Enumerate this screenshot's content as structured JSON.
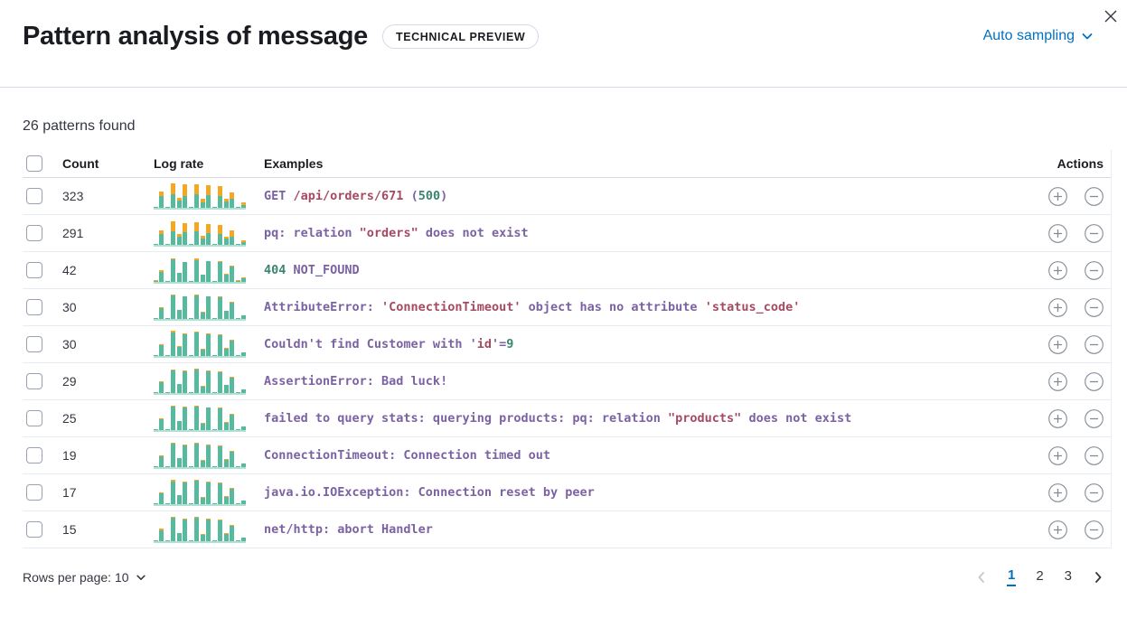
{
  "header": {
    "title": "Pattern analysis of message",
    "badge": "TECHNICAL PREVIEW",
    "sampling_label": "Auto sampling"
  },
  "summary": "26 patterns found",
  "colors": {
    "accent_blue": "#0071c2",
    "token_purple": "#7b62a3",
    "token_red": "#a64a63",
    "token_green": "#3a8570",
    "bar_teal": "#57ba9e",
    "bar_orange": "#f5a623",
    "icon_gray": "#69707d"
  },
  "table": {
    "columns": {
      "count": "Count",
      "log_rate": "Log rate",
      "examples": "Examples",
      "actions": "Actions"
    },
    "rows": [
      {
        "count": "323",
        "example": [
          [
            "GET ",
            "p"
          ],
          [
            "/api/orders/671",
            "r"
          ],
          [
            " (",
            "p"
          ],
          [
            "500",
            "g"
          ],
          [
            ")",
            "p"
          ]
        ],
        "bars": [
          [
            3,
            0
          ],
          [
            45,
            18
          ],
          [
            3,
            0
          ],
          [
            52,
            46
          ],
          [
            30,
            10
          ],
          [
            48,
            44
          ],
          [
            5,
            0
          ],
          [
            52,
            42
          ],
          [
            22,
            14
          ],
          [
            50,
            40
          ],
          [
            4,
            0
          ],
          [
            46,
            40
          ],
          [
            26,
            10
          ],
          [
            34,
            28
          ],
          [
            3,
            0
          ],
          [
            12,
            8
          ]
        ]
      },
      {
        "count": "291",
        "example": [
          [
            "pq: relation ",
            "p"
          ],
          [
            "\"orders\"",
            "r"
          ],
          [
            " does not exist",
            "p"
          ]
        ],
        "bars": [
          [
            3,
            0
          ],
          [
            42,
            16
          ],
          [
            3,
            0
          ],
          [
            55,
            38
          ],
          [
            32,
            12
          ],
          [
            50,
            36
          ],
          [
            4,
            0
          ],
          [
            52,
            38
          ],
          [
            24,
            10
          ],
          [
            48,
            34
          ],
          [
            4,
            0
          ],
          [
            44,
            34
          ],
          [
            24,
            8
          ],
          [
            32,
            24
          ],
          [
            3,
            0
          ],
          [
            12,
            6
          ]
        ]
      },
      {
        "count": "42",
        "example": [
          [
            "404",
            "g"
          ],
          [
            " NOT_FOUND",
            "p"
          ]
        ],
        "bars": [
          [
            4,
            2
          ],
          [
            40,
            6
          ],
          [
            3,
            0
          ],
          [
            88,
            4
          ],
          [
            34,
            2
          ],
          [
            80,
            0
          ],
          [
            4,
            0
          ],
          [
            86,
            6
          ],
          [
            28,
            2
          ],
          [
            82,
            0
          ],
          [
            4,
            0
          ],
          [
            78,
            6
          ],
          [
            30,
            2
          ],
          [
            60,
            4
          ],
          [
            4,
            2
          ],
          [
            14,
            4
          ]
        ]
      },
      {
        "count": "30",
        "example": [
          [
            "AttributeError: ",
            "p"
          ],
          [
            "'ConnectionTimeout'",
            "r"
          ],
          [
            " object has no attribute ",
            "p"
          ],
          [
            "'status_code'",
            "r"
          ]
        ],
        "bars": [
          [
            3,
            0
          ],
          [
            44,
            3
          ],
          [
            3,
            0
          ],
          [
            92,
            4
          ],
          [
            34,
            2
          ],
          [
            88,
            3
          ],
          [
            3,
            0
          ],
          [
            94,
            4
          ],
          [
            26,
            2
          ],
          [
            88,
            3
          ],
          [
            3,
            0
          ],
          [
            84,
            4
          ],
          [
            32,
            2
          ],
          [
            64,
            3
          ],
          [
            3,
            0
          ],
          [
            14,
            2
          ]
        ]
      },
      {
        "count": "30",
        "example": [
          [
            "Couldn't find Customer with '",
            "p"
          ],
          [
            "id",
            "r"
          ],
          [
            "'=",
            "p"
          ],
          [
            "9",
            "g"
          ]
        ],
        "bars": [
          [
            3,
            2
          ],
          [
            42,
            6
          ],
          [
            3,
            0
          ],
          [
            94,
            5
          ],
          [
            36,
            3
          ],
          [
            86,
            4
          ],
          [
            3,
            0
          ],
          [
            92,
            5
          ],
          [
            26,
            2
          ],
          [
            86,
            3
          ],
          [
            3,
            0
          ],
          [
            82,
            4
          ],
          [
            30,
            2
          ],
          [
            62,
            3
          ],
          [
            3,
            0
          ],
          [
            14,
            2
          ]
        ]
      },
      {
        "count": "29",
        "example": [
          [
            "AssertionError: Bad luck!",
            "p"
          ]
        ],
        "bars": [
          [
            3,
            0
          ],
          [
            44,
            3
          ],
          [
            3,
            0
          ],
          [
            90,
            4
          ],
          [
            34,
            2
          ],
          [
            86,
            3
          ],
          [
            3,
            0
          ],
          [
            92,
            5
          ],
          [
            26,
            2
          ],
          [
            86,
            3
          ],
          [
            3,
            0
          ],
          [
            82,
            4
          ],
          [
            32,
            2
          ],
          [
            62,
            3
          ],
          [
            3,
            2
          ],
          [
            14,
            2
          ]
        ]
      },
      {
        "count": "25",
        "example": [
          [
            "failed to query stats: querying products: pq: relation ",
            "p"
          ],
          [
            "\"products\"",
            "r"
          ],
          [
            " does not exist",
            "p"
          ]
        ],
        "bars": [
          [
            3,
            2
          ],
          [
            42,
            4
          ],
          [
            3,
            0
          ],
          [
            92,
            4
          ],
          [
            34,
            2
          ],
          [
            88,
            4
          ],
          [
            3,
            0
          ],
          [
            94,
            4
          ],
          [
            26,
            2
          ],
          [
            88,
            3
          ],
          [
            3,
            0
          ],
          [
            84,
            4
          ],
          [
            30,
            2
          ],
          [
            62,
            3
          ],
          [
            3,
            0
          ],
          [
            14,
            2
          ]
        ]
      },
      {
        "count": "19",
        "example": [
          [
            "ConnectionTimeout: Connection timed out",
            "p"
          ]
        ],
        "bars": [
          [
            3,
            0
          ],
          [
            44,
            4
          ],
          [
            3,
            0
          ],
          [
            92,
            4
          ],
          [
            34,
            2
          ],
          [
            86,
            4
          ],
          [
            3,
            0
          ],
          [
            92,
            4
          ],
          [
            26,
            2
          ],
          [
            86,
            3
          ],
          [
            3,
            0
          ],
          [
            82,
            4
          ],
          [
            30,
            2
          ],
          [
            62,
            3
          ],
          [
            3,
            0
          ],
          [
            14,
            2
          ]
        ]
      },
      {
        "count": "17",
        "example": [
          [
            "java.io.IOException: Connection reset by peer",
            "p"
          ]
        ],
        "bars": [
          [
            3,
            0
          ],
          [
            42,
            4
          ],
          [
            3,
            0
          ],
          [
            90,
            5
          ],
          [
            34,
            2
          ],
          [
            86,
            4
          ],
          [
            3,
            0
          ],
          [
            92,
            4
          ],
          [
            26,
            2
          ],
          [
            86,
            3
          ],
          [
            3,
            0
          ],
          [
            82,
            4
          ],
          [
            30,
            2
          ],
          [
            60,
            3
          ],
          [
            3,
            0
          ],
          [
            14,
            2
          ]
        ]
      },
      {
        "count": "15",
        "example": [
          [
            "net/http: abort Handler",
            "p"
          ]
        ],
        "bars": [
          [
            3,
            2
          ],
          [
            44,
            6
          ],
          [
            3,
            0
          ],
          [
            92,
            4
          ],
          [
            32,
            2
          ],
          [
            86,
            4
          ],
          [
            3,
            0
          ],
          [
            92,
            4
          ],
          [
            26,
            2
          ],
          [
            86,
            3
          ],
          [
            3,
            0
          ],
          [
            82,
            4
          ],
          [
            30,
            2
          ],
          [
            62,
            3
          ],
          [
            3,
            0
          ],
          [
            14,
            2
          ]
        ]
      }
    ]
  },
  "footer": {
    "rows_per_page_label": "Rows per page: 10",
    "pages": [
      "1",
      "2",
      "3"
    ],
    "active_page": "1"
  }
}
